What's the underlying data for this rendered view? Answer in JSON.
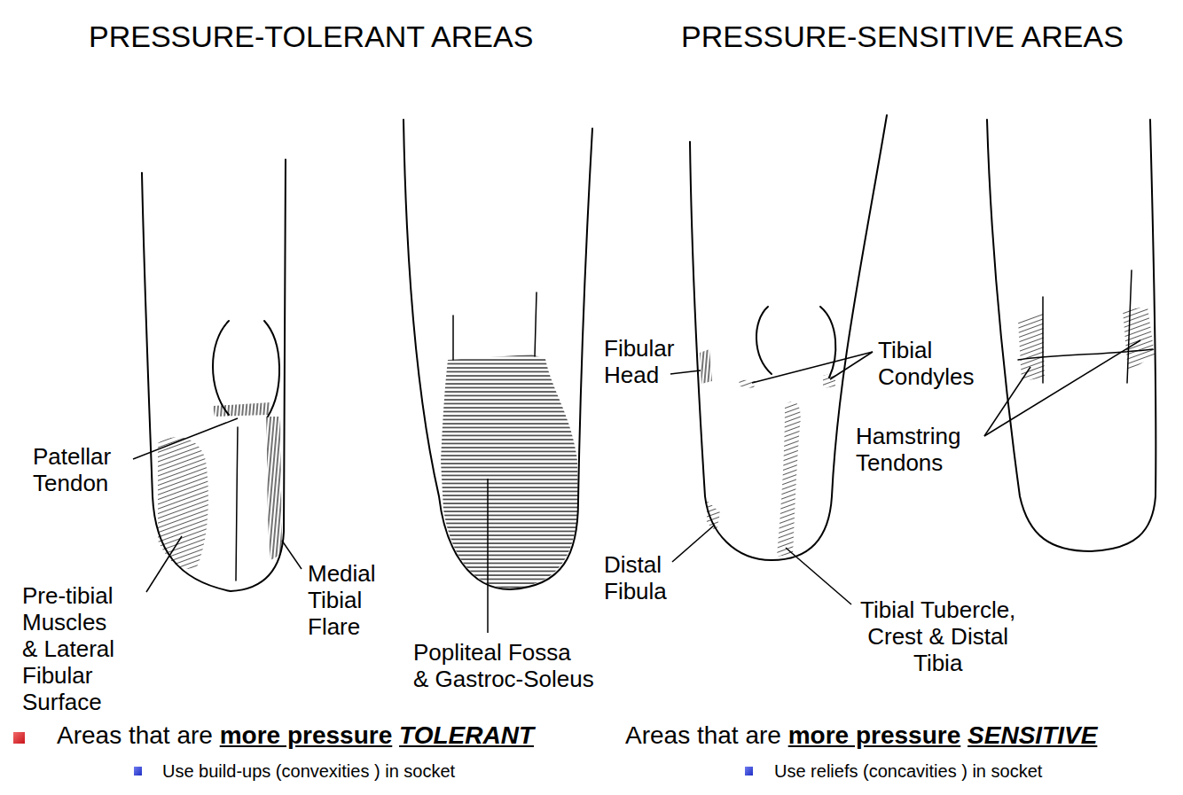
{
  "diagram": {
    "labels": [
      "PRESSURE-TOLERANT AREAS",
      "PRESSURE-SENSITIVE AREAS",
      "Patellar Tendon",
      "Pre-tibial Muscles & Lateral Fibular Surface",
      "Medial Tibial Flare",
      "Popliteal Fossa & Gastroc-Soleus",
      "Fibular Head",
      "Tibial Condyles",
      "Hamstring Tendons",
      "Distal Fibula",
      "Tibial Tubercle, Crest & Distal Tibia",
      "Areas that are",
      "more pressure",
      "TOLERANT",
      "Use build-ups (convexities ) in socket",
      "Areas that are",
      "more pressure",
      "SENSITIVE",
      "Use reliefs (concavities ) in socket"
    ]
  }
}
